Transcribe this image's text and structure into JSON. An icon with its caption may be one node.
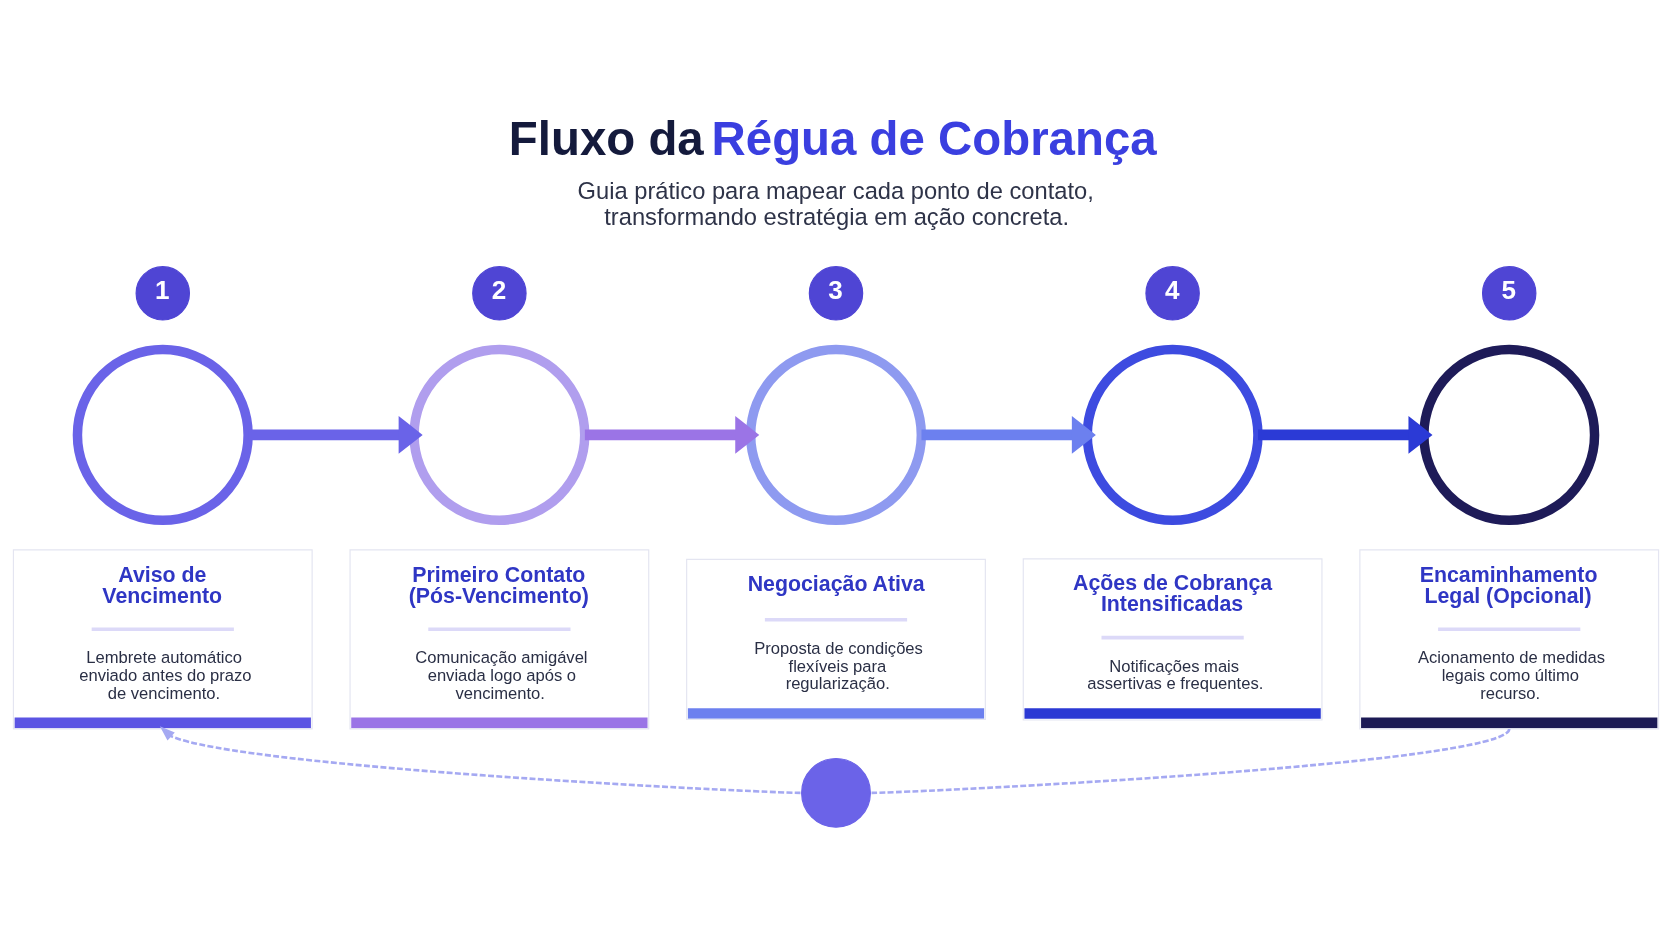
{
  "diagram": {
    "title": "Fluxo da Régua de Cobrança",
    "nodes": [
      {
        "text": [
          "1"
        ]
      },
      {
        "text": [],
        "shape": "circle"
      },
      {
        "text": [
          "Aviso de Vencimento",
          "Lembrete automático enviado antes do prazo de vencimento."
        ]
      },
      {
        "text": [
          "2"
        ]
      },
      {
        "text": [],
        "shape": "circle"
      },
      {
        "text": [
          "Primeiro Contato (Pós-Vencimento)",
          "Comunicação amigável enviada logo após o vencimento."
        ]
      },
      {
        "text": [
          "3"
        ]
      },
      {
        "text": [],
        "shape": "circle"
      },
      {
        "text": [
          "Negociação Ativa",
          "Proposta de condições flexíveis para regularização."
        ]
      },
      {
        "text": [
          "4"
        ]
      },
      {
        "text": [],
        "shape": "circle"
      },
      {
        "text": [
          "Ações de Cobrança Intensificadas",
          "Notificações mais assertivas e frequentes."
        ]
      },
      {
        "text": [
          "5"
        ]
      },
      {
        "text": [],
        "shape": "circle"
      },
      {
        "text": [
          "Encaminhamento Legal (Opcional)",
          "Acionamento de medidas legais como último recurso."
        ]
      },
      {
        "text": [],
        "shape": "circle"
      }
    ],
    "edges": [
      {
        "from": 1,
        "to": 4,
        "arrow": "to",
        "color": "#6a63e8"
      },
      {
        "from": 4,
        "to": 7,
        "arrow": "to",
        "color": "#9b74e6"
      },
      {
        "from": 7,
        "to": 10,
        "arrow": "to",
        "color": "#6c80ef"
      },
      {
        "from": 10,
        "to": 13,
        "arrow": "to",
        "color": "#2b3ad6"
      },
      {
        "from": 14,
        "to": 15,
        "arrow": "none",
        "style": "dashed",
        "color": "#a5a9f2"
      },
      {
        "from": 15,
        "to": 2,
        "arrow": "to",
        "style": "dashed",
        "color": "#a5a9f2"
      }
    ],
    "labels": [
      "Guia prático para mapear cada ponto de contato, transformando estratégia em ação concreta."
    ]
  }
}
